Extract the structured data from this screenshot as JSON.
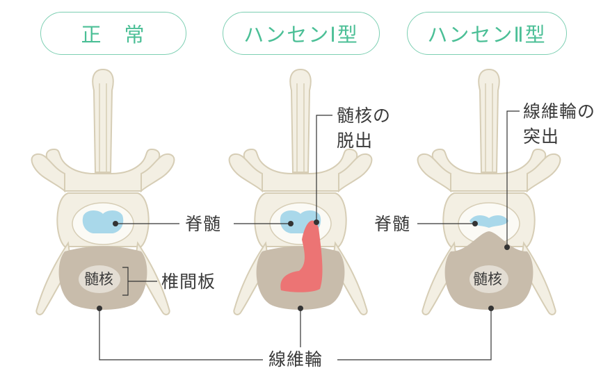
{
  "columns": [
    {
      "title": "正　常"
    },
    {
      "title": "ハンセンⅠ型"
    },
    {
      "title": "ハンセンⅡ型"
    }
  ],
  "labels": {
    "spinal_cord": "脊髄",
    "nucleus": "髄核",
    "disc": "椎間板",
    "annulus": "線維輪",
    "herniation_1": [
      "髄核の",
      "脱出"
    ],
    "herniation_2": [
      "線維輪の",
      "突出"
    ]
  },
  "colors": {
    "tab_border": "#7ccfb2",
    "tab_text": "#4bbf96",
    "bone_fill": "#f3efe3",
    "bone_stroke": "#d6cdb5",
    "disc_fill": "#c8bcab",
    "nucleus_fill": "#e3ddd3",
    "spinal_cord": "#a9d8ea",
    "herniated_nucleus": "#ec7474",
    "leader_line": "#333333"
  }
}
